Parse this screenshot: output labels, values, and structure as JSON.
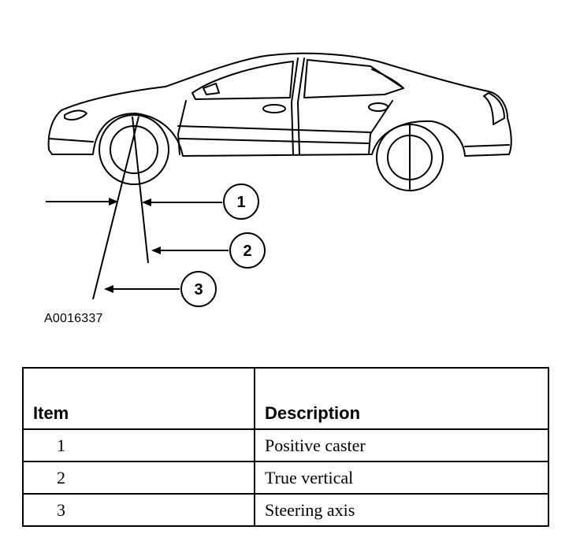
{
  "figure": {
    "code": "A0016337",
    "callouts": [
      "1",
      "2",
      "3"
    ]
  },
  "table": {
    "headers": {
      "item": "Item",
      "description": "Description"
    },
    "rows": [
      {
        "item": "1",
        "description": "Positive caster"
      },
      {
        "item": "2",
        "description": "True vertical"
      },
      {
        "item": "3",
        "description": "Steering axis"
      }
    ]
  },
  "colors": {
    "ink": "#000000",
    "paper": "#ffffff"
  }
}
